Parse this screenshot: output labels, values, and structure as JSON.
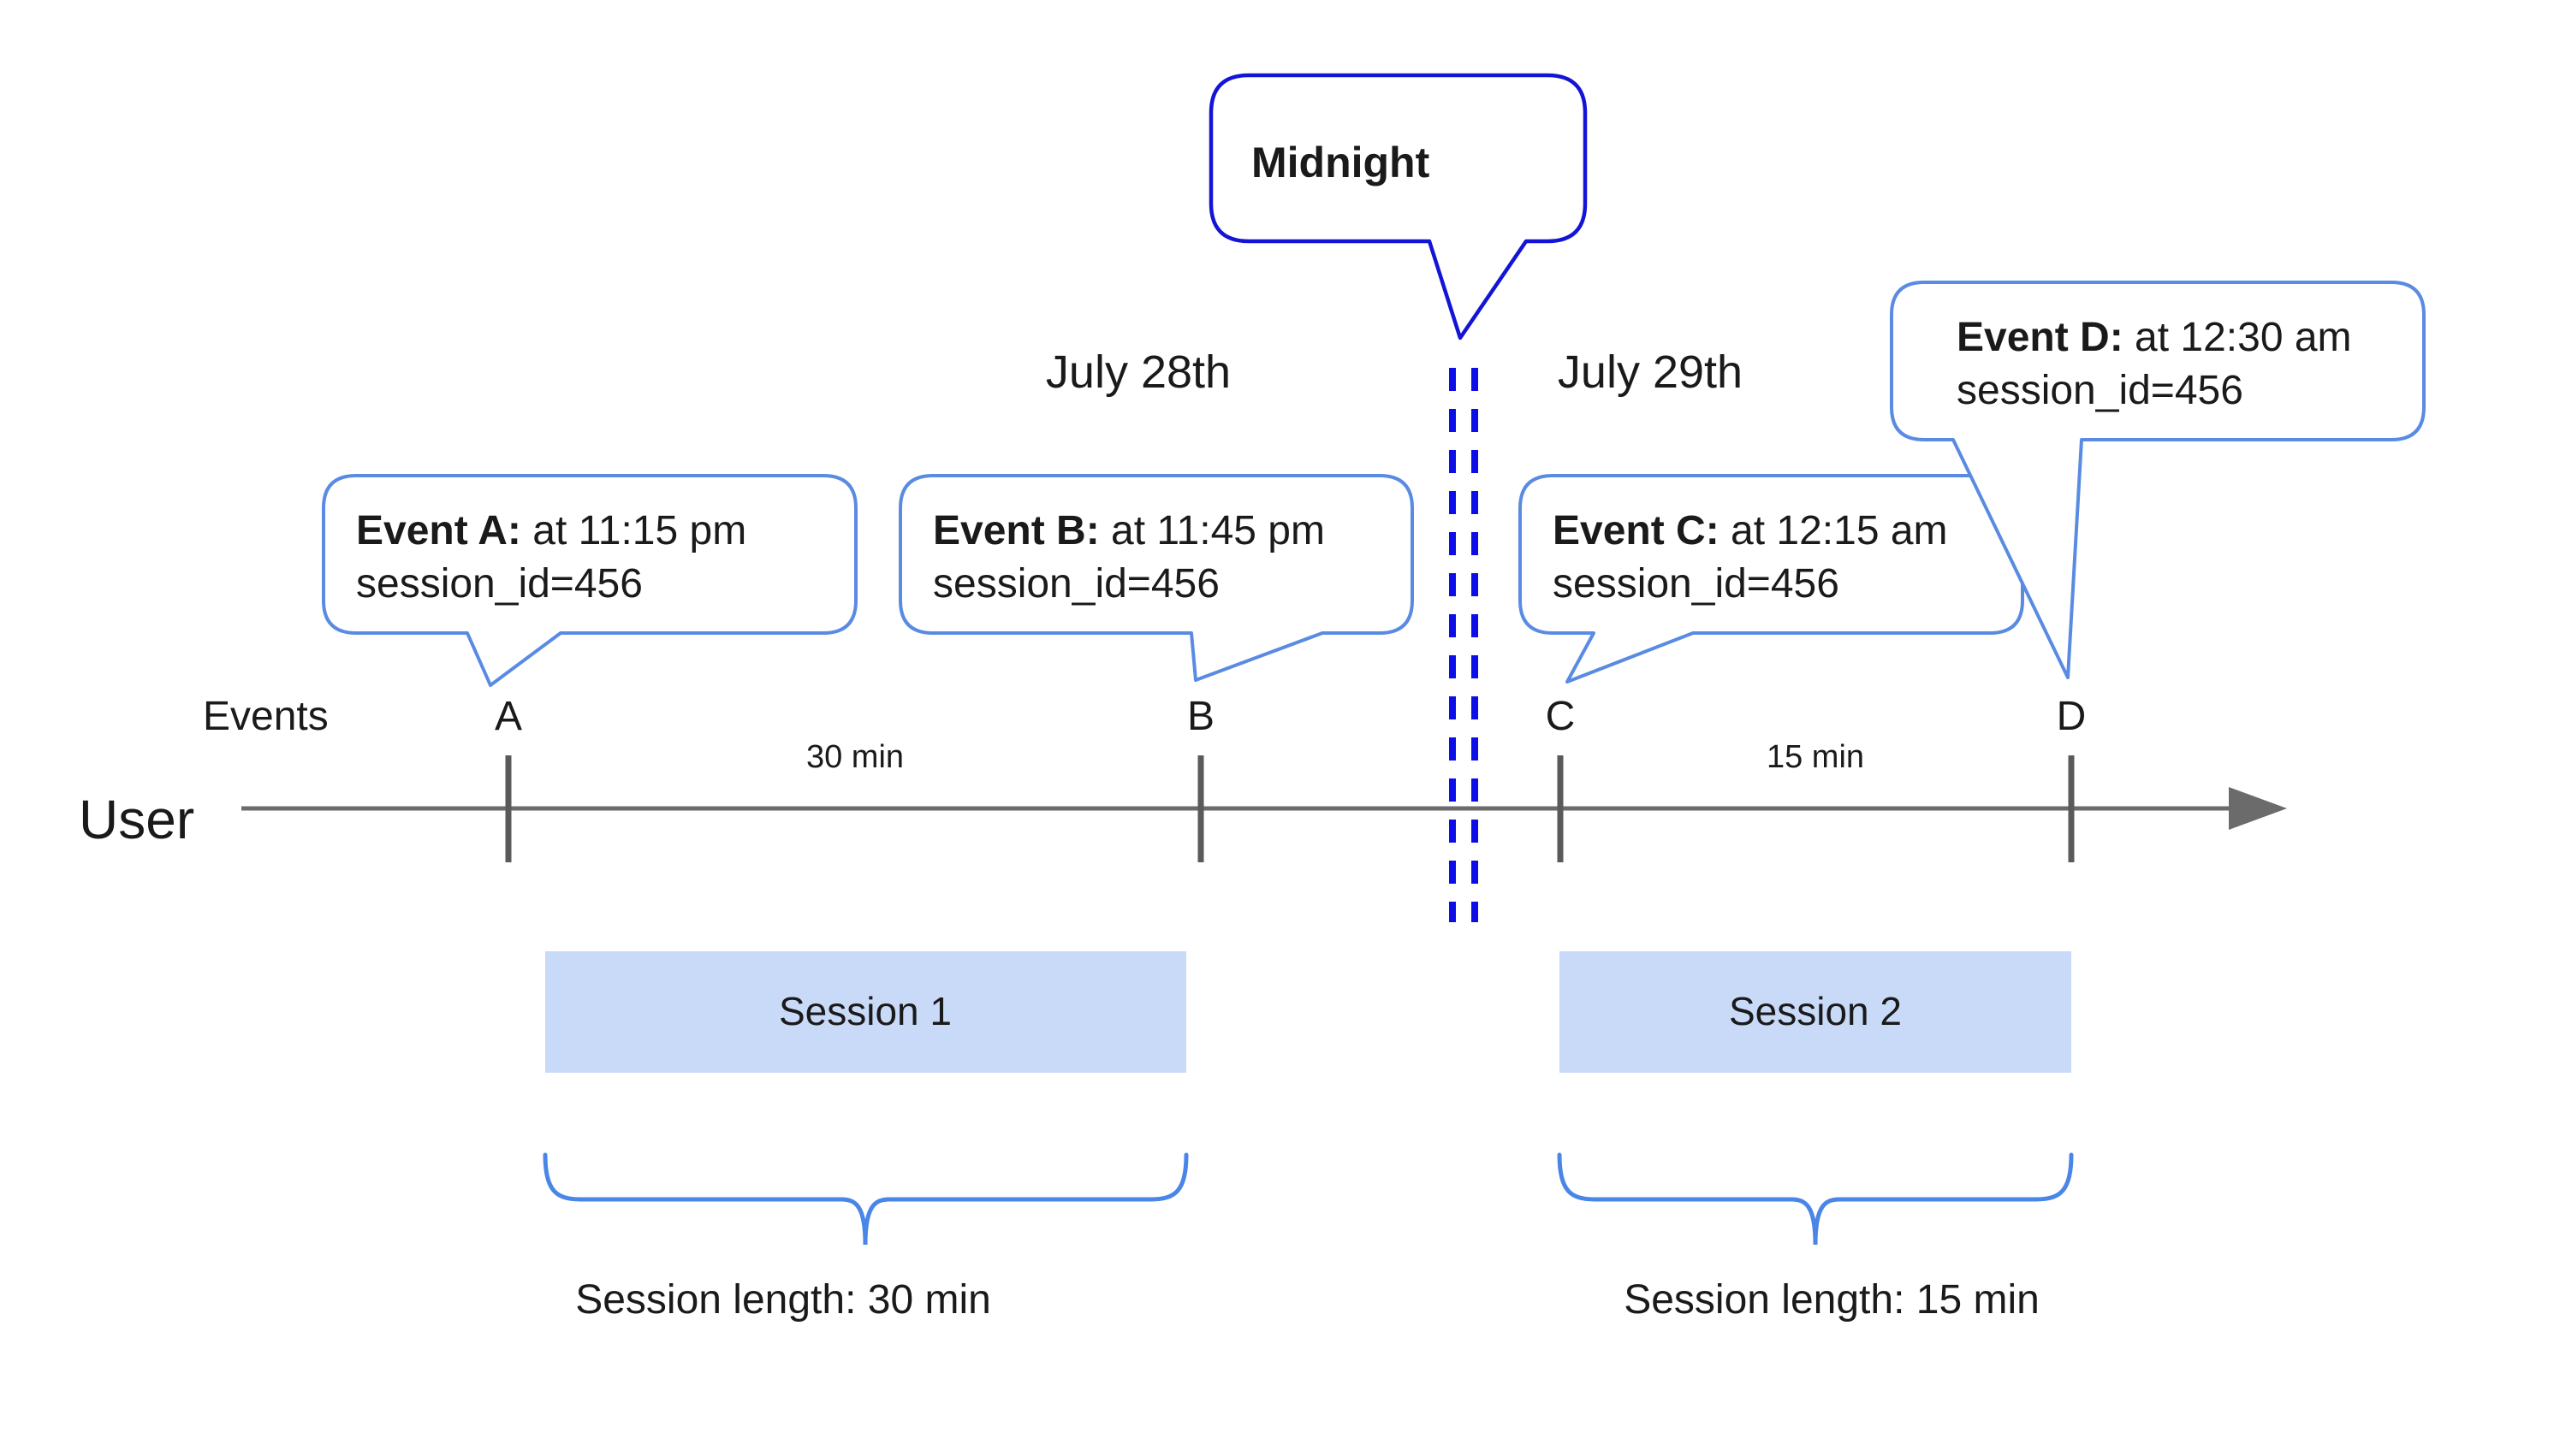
{
  "diagram": {
    "midnight_callout": {
      "text": "Midnight"
    },
    "date_labels": {
      "before": "July 28th",
      "after": "July 29th"
    },
    "axis": {
      "events_label": "Events",
      "user_label": "User",
      "tick_labels": [
        "A",
        "B",
        "C",
        "D"
      ],
      "gap_labels": [
        "30 min",
        "15 min"
      ]
    },
    "event_callouts": [
      {
        "tick": "A",
        "bold": "Event A:",
        "detail": " at 11:15 pm",
        "session_line": "session_id=456"
      },
      {
        "tick": "B",
        "bold": "Event B:",
        "detail": " at 11:45 pm",
        "session_line": "session_id=456"
      },
      {
        "tick": "C",
        "bold": "Event C:",
        "detail": " at 12:15 am",
        "session_line": "session_id=456"
      },
      {
        "tick": "D",
        "bold": "Event D:",
        "detail": " at 12:30 am",
        "session_line": "session_id=456"
      }
    ],
    "sessions": [
      {
        "label": "Session 1",
        "length_label": "Session length: 30 min"
      },
      {
        "label": "Session 2",
        "length_label": "Session length: 15 min"
      }
    ],
    "colors": {
      "event_callout_border": "#5a8be2",
      "midnight_callout_border": "#1414d6",
      "midnight_divider": "#0d0de8",
      "session_fill": "#c9daf8",
      "brace": "#4a86e8",
      "axis_gray": "#6b6b6b",
      "tick_gray": "#5a5a5a",
      "text": "#1a1a1a"
    }
  }
}
